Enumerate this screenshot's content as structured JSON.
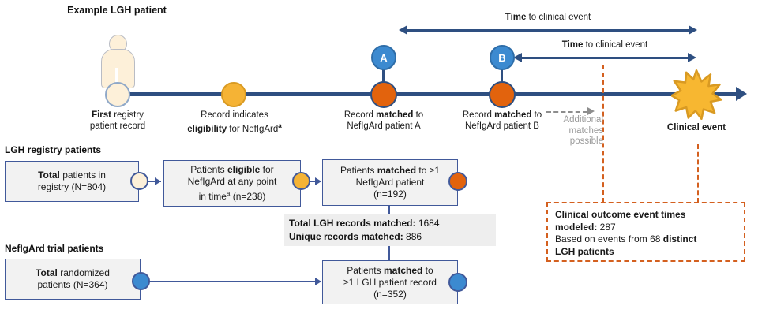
{
  "timeline": {
    "person_label": "Example LGH patient",
    "nodes": [
      {
        "id": "first-record",
        "caption_strong": "First",
        "caption_rest": " registry",
        "caption_line2": "patient record",
        "color": "#fdf0d9"
      },
      {
        "id": "eligibility",
        "caption_line1": "Record indicates",
        "caption_strong": "eligibility",
        "caption_rest": " for NefIgArd",
        "superscript": "a",
        "color": "#f5b335"
      },
      {
        "id": "matched-a",
        "caption_line1_pre": "Record ",
        "caption_strong": "matched",
        "caption_line1_post": " to",
        "caption_line2": "NefIgArd patient A",
        "letter": "A",
        "color": "#e2630d"
      },
      {
        "id": "matched-b",
        "caption_line1_pre": "Record ",
        "caption_strong": "matched",
        "caption_line1_post": " to",
        "caption_line2": "NefIgArd patient B",
        "letter": "B",
        "color": "#e2630d"
      }
    ],
    "clinical_event_label": "Clinical event",
    "additional_matches_note": "Additional matches possible",
    "measures": [
      {
        "id": "time-to-event-a",
        "strong": "Time",
        "rest": " to clinical event"
      },
      {
        "id": "time-to-event-b",
        "strong": "Time",
        "rest": " to clinical event"
      }
    ]
  },
  "registry_flow": {
    "heading": "LGH registry patients",
    "boxes": [
      {
        "id": "total-registry",
        "strong": "Total",
        "l1_rest": " patients in",
        "l2": "registry (N=804)",
        "n_label": "N=804"
      },
      {
        "id": "eligible",
        "l1_pre": "Patients ",
        "strong": "eligible",
        "l1_post": " for",
        "l2": "NefIgArd at any point",
        "l3_pre": "in time",
        "sup": "a",
        "l3_post": " (n=238)",
        "n_label": "n=238"
      },
      {
        "id": "matched-nefigard",
        "l1_pre": "Patients ",
        "strong": "matched",
        "l1_post": " to ≥1",
        "l2": "NefIgArd patient",
        "l3": "(n=192)",
        "n_label": "n=192"
      }
    ]
  },
  "trial_flow": {
    "heading": "NefIgArd trial patients",
    "boxes": [
      {
        "id": "total-randomized",
        "strong": "Total",
        "l1_rest": " randomized",
        "l2": "patients (N=364)",
        "n_label": "N=364"
      },
      {
        "id": "matched-lgh",
        "l1_pre": "Patients ",
        "strong": "matched",
        "l1_post": " to",
        "l2": "≥1 LGH patient record",
        "l3": "(n=352)",
        "n_label": "n=352"
      }
    ]
  },
  "stats_note": {
    "line1_strong": "Total LGH records matched:",
    "line1_value": " 1684",
    "line2_strong": "Unique records matched:",
    "line2_value": " 886"
  },
  "callout": {
    "line1_strong": "Clinical outcome event times",
    "line2_strong": "modeled:",
    "line2_value": " 287",
    "line3_pre": "Based on events from 68 ",
    "line3_strong": "distinct",
    "line4_strong": "LGH patients"
  },
  "colors": {
    "timeline_blue": "#2e4f81",
    "box_border_blue": "#41599a",
    "marker_blue": "#3c8ad0",
    "orange": "#e2630d",
    "yellow": "#f5b335",
    "cream": "#fdf0d9",
    "callout_orange": "#d4601f",
    "grey_text": "#9a9a9a",
    "grey_note_bg": "#eeeeee"
  }
}
